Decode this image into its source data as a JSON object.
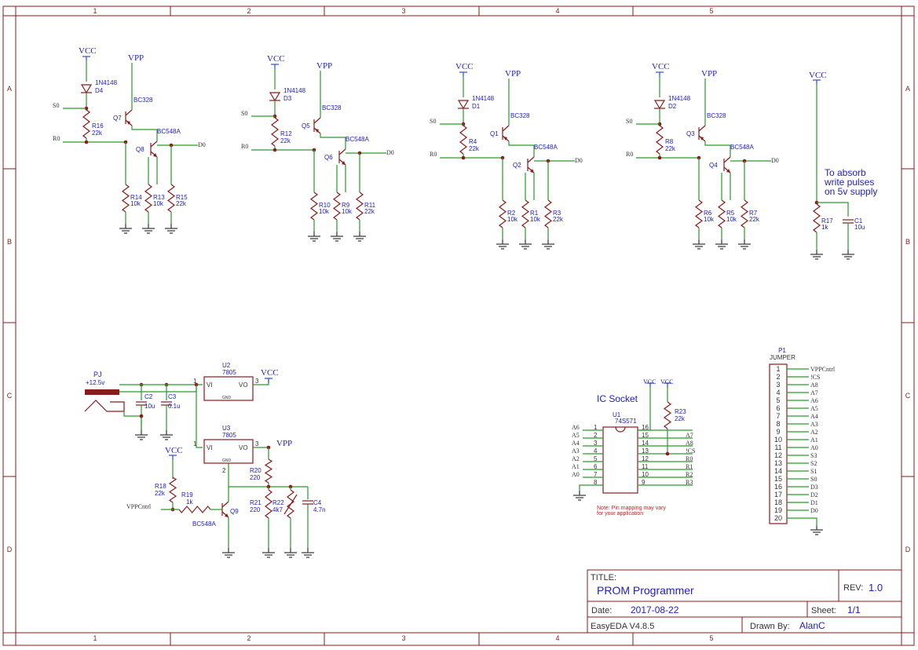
{
  "frame": {
    "columns": [
      "1",
      "2",
      "3",
      "4",
      "5",
      "1",
      "2",
      "3",
      "4",
      "5"
    ],
    "rows": [
      "A",
      "B",
      "C",
      "D",
      "A",
      "B",
      "C",
      "D"
    ]
  },
  "title_block": {
    "title_label": "TITLE:",
    "title": "PROM Programmer",
    "rev_label": "REV:",
    "rev": "1.0",
    "date_label": "Date:",
    "date": "2017-08-22",
    "sheet_label": "Sheet:",
    "sheet": "1/1",
    "software": "EasyEDA V4.8.5",
    "drawn_by_label": "Drawn By:",
    "drawn_by": "AlanC"
  },
  "stages": [
    {
      "d": "D4",
      "q_pnp": "Q7",
      "q_npn": "Q8",
      "r_base": "R16",
      "r_e": "R14",
      "r_c": "R13",
      "r_o": "R15"
    },
    {
      "d": "D3",
      "q_pnp": "Q5",
      "q_npn": "Q6",
      "r_base": "R12",
      "r_e": "R10",
      "r_c": "R9",
      "r_o": "R11"
    },
    {
      "d": "D1",
      "q_pnp": "Q1",
      "q_npn": "Q2",
      "r_base": "R4",
      "r_e": "R2",
      "r_c": "R1",
      "r_o": "R3"
    },
    {
      "d": "D2",
      "q_pnp": "Q3",
      "q_npn": "Q4",
      "r_base": "R8",
      "r_e": "R6",
      "r_c": "R5",
      "r_o": "R7"
    }
  ],
  "stage_common": {
    "vcc": "VCC",
    "vpp": "VPP",
    "diode": "1N4148",
    "pnp": "BC328",
    "npn": "BC548A",
    "s": "S0",
    "r": "R0",
    "d": "D0",
    "r22k": "22k",
    "r10k": "10k"
  },
  "absorb": {
    "note": [
      "To absorb",
      "write pulses",
      "on 5v supply"
    ],
    "vcc": "VCC",
    "r": "R17",
    "rv": "1k",
    "c": "C1",
    "cv": "10u"
  },
  "power": {
    "pj": "PJ",
    "pj_v": "+12.5v",
    "c2": "C2",
    "c2v": "10u",
    "c3": "C3",
    "c3v": "0.1u",
    "u2": "U2",
    "u2v": "7805",
    "u3": "U3",
    "u3v": "7805",
    "vi": "VI",
    "vo": "VO",
    "gnd": "GND",
    "p1": "1",
    "p2": "2",
    "p3": "3",
    "vcc": "VCC",
    "vpp": "VPP",
    "r18": "R18",
    "r18v": "22k",
    "r19": "R19",
    "r19v": "1k",
    "r20": "R20",
    "r20v": "220",
    "r21": "R21",
    "r21v": "220",
    "r22": "R22",
    "r22v": "4k7",
    "c4": "C4",
    "c4v": "4.7n",
    "q9": "Q9",
    "q9v": "BC548A",
    "vppcntrl": "VPPCntrl"
  },
  "ic": {
    "title": "IC Socket",
    "u": "U1",
    "part": "74S571",
    "left": [
      [
        "A6",
        "1"
      ],
      [
        "A5",
        "2"
      ],
      [
        "A4",
        "3"
      ],
      [
        "A3",
        "4"
      ],
      [
        "A2",
        "5"
      ],
      [
        "A1",
        "6"
      ],
      [
        "A0",
        "7"
      ],
      [
        "",
        "8"
      ]
    ],
    "right": [
      [
        "16",
        ""
      ],
      [
        "15",
        "A7"
      ],
      [
        "14",
        "A8"
      ],
      [
        "13",
        "!CS"
      ],
      [
        "12",
        "R0"
      ],
      [
        "11",
        "R1"
      ],
      [
        "10",
        "R2"
      ],
      [
        "9",
        "R3"
      ]
    ],
    "vcc1": "VCC",
    "vcc2": "VCC",
    "r23": "R23",
    "r23v": "22k",
    "note": [
      "Note: Pin mapping may vary",
      "for your application"
    ]
  },
  "jumper": {
    "p": "P1",
    "name": "JUMPER",
    "pins": [
      [
        "1",
        "VPPCntrl"
      ],
      [
        "2",
        "!CS"
      ],
      [
        "3",
        "A8"
      ],
      [
        "4",
        "A7"
      ],
      [
        "5",
        "A6"
      ],
      [
        "6",
        "A5"
      ],
      [
        "7",
        "A4"
      ],
      [
        "8",
        "A3"
      ],
      [
        "9",
        "A2"
      ],
      [
        "10",
        "A1"
      ],
      [
        "11",
        "A0"
      ],
      [
        "12",
        "S3"
      ],
      [
        "13",
        "S2"
      ],
      [
        "14",
        "S1"
      ],
      [
        "15",
        "S0"
      ],
      [
        "16",
        "D3"
      ],
      [
        "17",
        "D2"
      ],
      [
        "18",
        "D1"
      ],
      [
        "19",
        "D0"
      ],
      [
        "20",
        ""
      ]
    ]
  }
}
